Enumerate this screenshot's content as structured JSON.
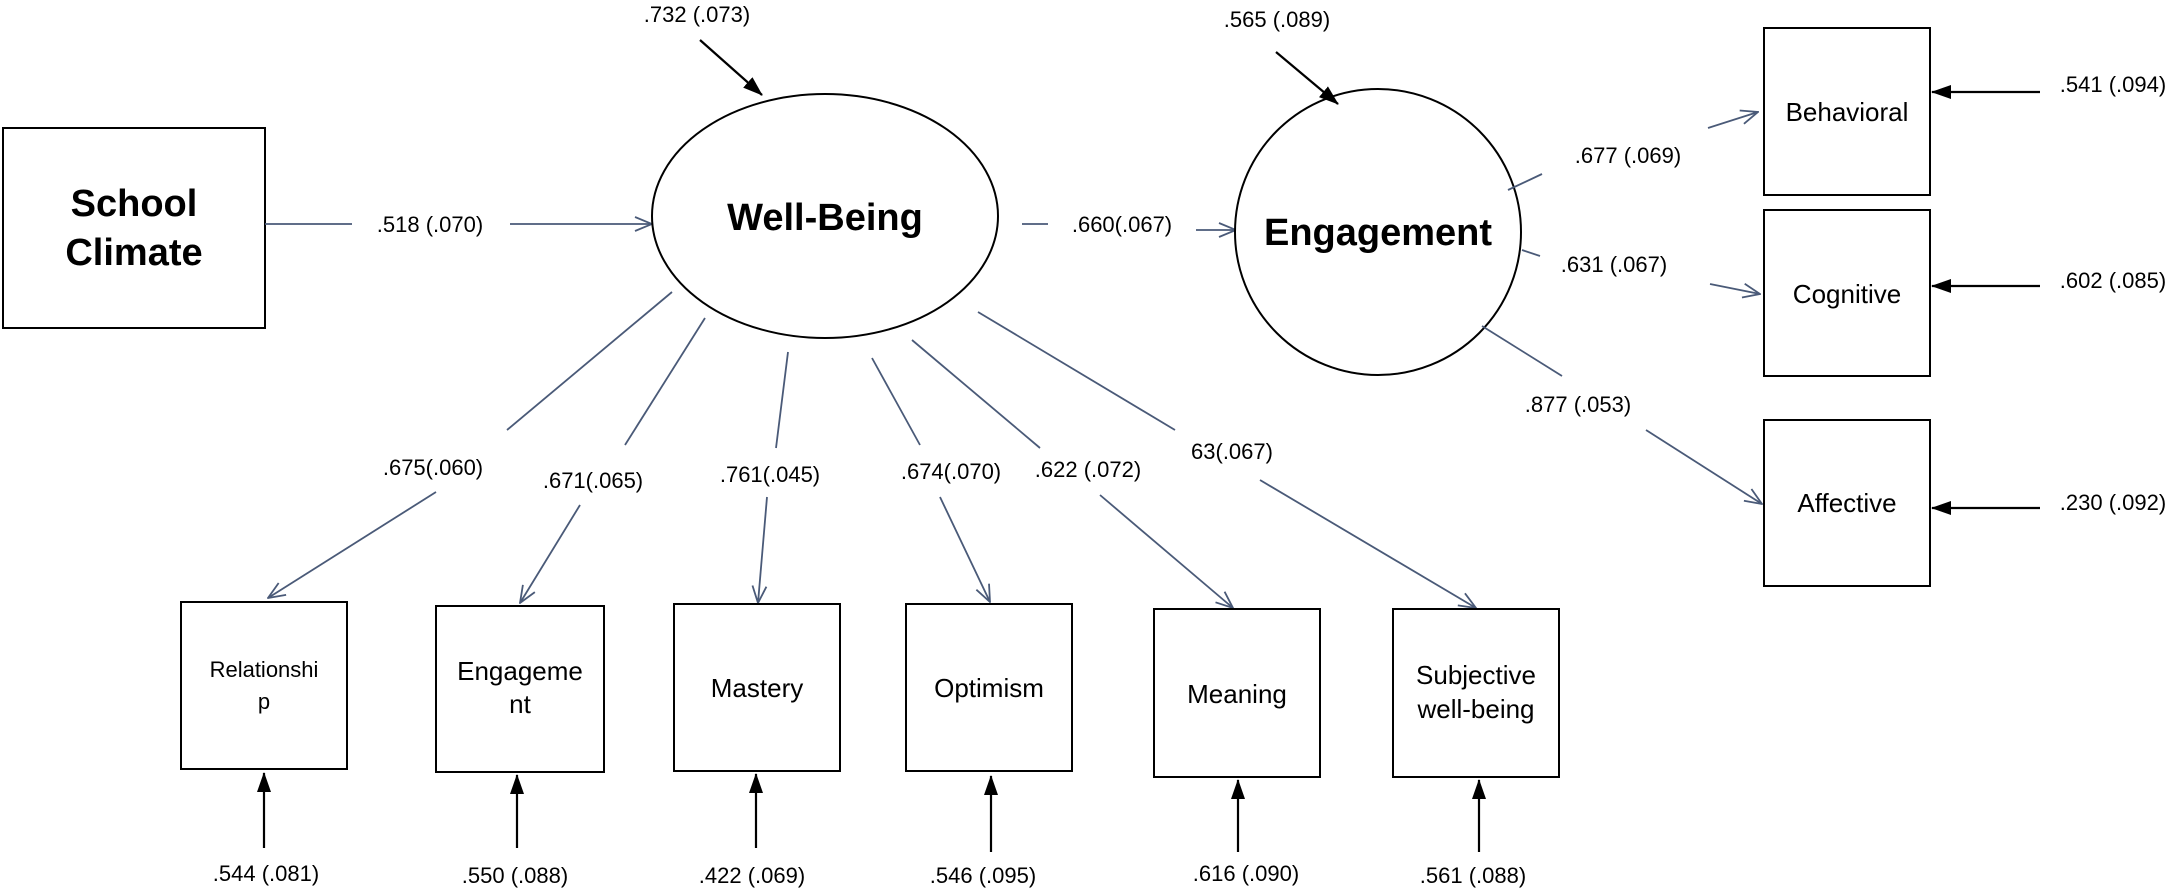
{
  "latent": {
    "wellbeing": {
      "label": "Well-Being",
      "disturbance": ".732 (.073)"
    },
    "engagement": {
      "label": "Engagement",
      "disturbance": ".565 (.089)"
    }
  },
  "school_climate": {
    "line1": "School",
    "line2": "Climate"
  },
  "structural_paths": {
    "climate_to_wellbeing": ".518 (.070)",
    "wellbeing_to_engagement": ".660(.067)"
  },
  "wellbeing_indicators": [
    {
      "line1": "Relationshi",
      "line2": "p",
      "loading": ".675(.060)",
      "residual": ".544 (.081)"
    },
    {
      "line1": "Engageme",
      "line2": "nt",
      "loading": ".671(.065)",
      "residual": ".550 (.088)"
    },
    {
      "line1": "Mastery",
      "line2": "",
      "loading": ".761(.045)",
      "residual": ".422 (.069)"
    },
    {
      "line1": "Optimism",
      "line2": "",
      "loading": ".674(.070)",
      "residual": ".546 (.095)"
    },
    {
      "line1": "Meaning",
      "line2": "",
      "loading": ".622 (.072)",
      "residual": ".616 (.090)"
    },
    {
      "line1": "Subjective",
      "line2": "well-being",
      "loading": "63(.067)",
      "residual": ".561 (.088)"
    }
  ],
  "engagement_indicators": [
    {
      "label": "Behavioral",
      "loading": ".677 (.069)",
      "residual": ".541 (.094)"
    },
    {
      "label": "Cognitive",
      "loading": ".631 (.067)",
      "residual": ".602 (.085)"
    },
    {
      "label": "Affective",
      "loading": ".877 (.053)",
      "residual": ".230 (.092)"
    }
  ]
}
